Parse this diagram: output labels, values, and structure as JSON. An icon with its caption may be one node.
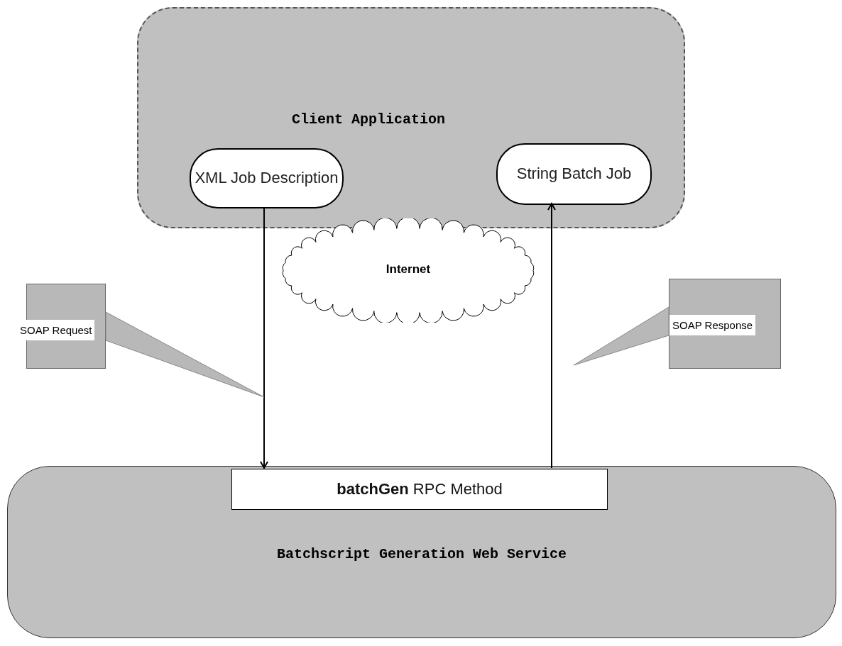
{
  "diagram": {
    "nodes": [
      {
        "text": [
          "Client Application"
        ]
      },
      {
        "text": [
          "XML Job Description"
        ],
        "in": 0
      },
      {
        "text": [
          "String Batch Job"
        ],
        "in": 0
      },
      {
        "text": [
          "Internet"
        ]
      },
      {
        "text": [
          "Batchscript Generation Web Service"
        ]
      },
      {
        "text": [
          "**batchGen** RPC Method"
        ],
        "in": 4
      },
      {
        "text": [
          "SOAP Request"
        ]
      },
      {
        "text": [
          "SOAP Response"
        ]
      }
    ],
    "edges": [
      {
        "from": 1,
        "to": 5,
        "arrow": "to"
      },
      {
        "from": 5,
        "to": 2,
        "arrow": "to"
      },
      {
        "from": 6,
        "to": null,
        "arrow": "to"
      },
      {
        "from": 7,
        "to": null,
        "arrow": "to"
      }
    ]
  }
}
